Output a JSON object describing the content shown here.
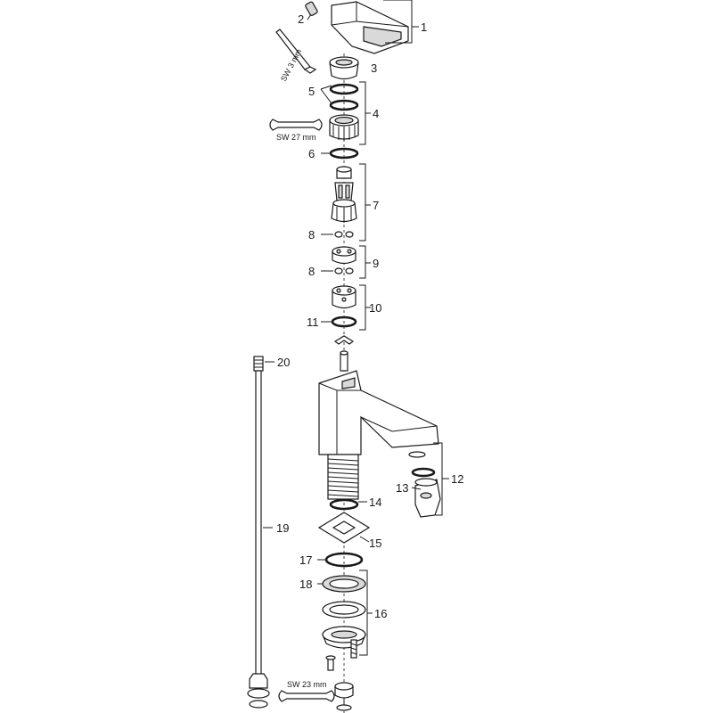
{
  "diagram": {
    "callouts": [
      "1",
      "2",
      "3",
      "4",
      "5",
      "6",
      "7",
      "8",
      "9",
      "10",
      "11",
      "12",
      "13",
      "14",
      "15",
      "16",
      "17",
      "18",
      "19",
      "20"
    ],
    "repeat_callouts": [
      "8"
    ],
    "tools": {
      "hex_key": "SW 3 mm",
      "wrench_top": "SW 27 mm",
      "wrench_bottom": "SW 23 mm"
    }
  }
}
